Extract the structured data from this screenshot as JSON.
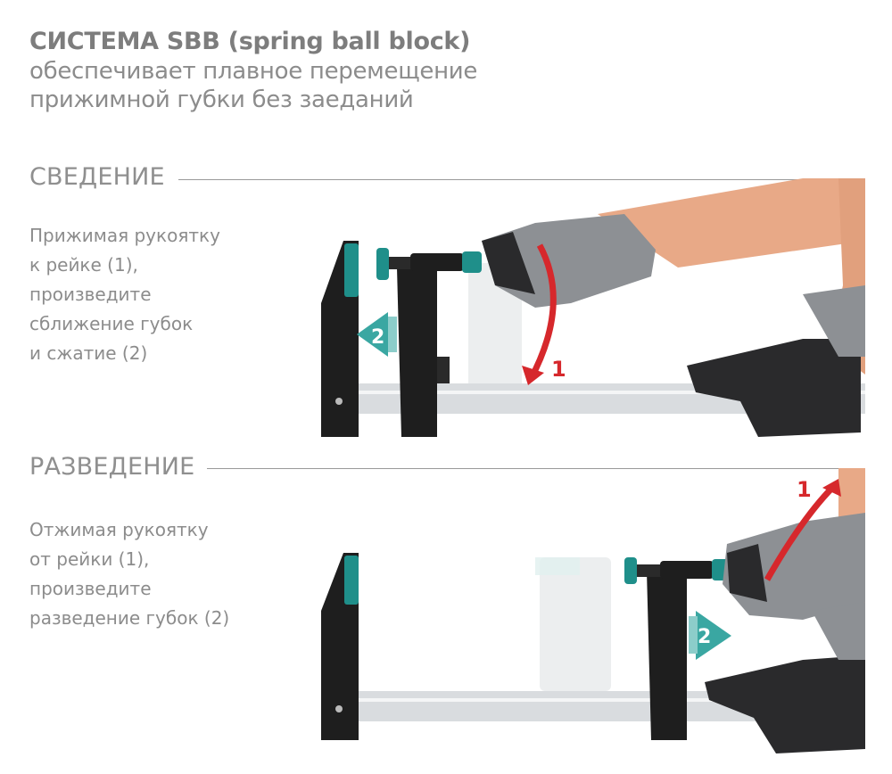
{
  "header": {
    "title": "СИСТЕМА SBB (spring ball block)",
    "subtitle_line1": "обеспечивает плавное перемещение",
    "subtitle_line2": "прижимной губки без заеданий"
  },
  "sections": [
    {
      "title": "СВЕДЕНИЕ",
      "lines": [
        "Прижимая рукоятку",
        "к рейке (1),",
        "произведите",
        "сближение губок",
        "и сжатие (2)"
      ],
      "arrow_labels": [
        "1",
        "2"
      ]
    },
    {
      "title": "РАЗВЕДЕНИЕ",
      "lines": [
        "Отжимая рукоятку",
        "от рейки (1),",
        "произведите",
        "разведение губок (2)"
      ],
      "arrow_labels": [
        "1",
        "2"
      ]
    }
  ],
  "colors": {
    "teal": "#1f8f8a",
    "red_arrow": "#d6282c",
    "clamp_black": "#1e1e1e",
    "rail": "#d9dcdf",
    "glove_gray": "#8d9094",
    "glove_dark": "#2a2a2c",
    "skin": "#e8a987"
  }
}
